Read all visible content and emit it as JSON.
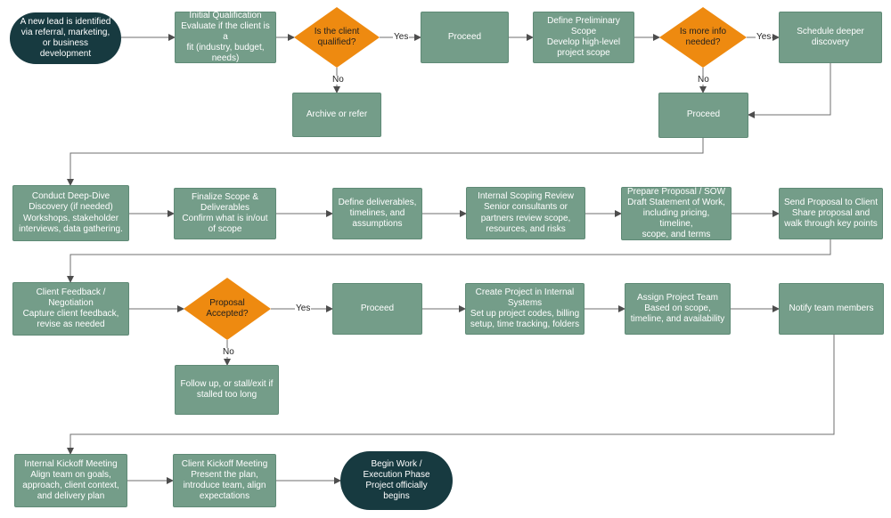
{
  "colors": {
    "box": "#749d89",
    "terminal": "#173a40",
    "decision": "#ee8a10",
    "line": "#6f6f6f",
    "text_light": "#ffffff",
    "text_dark": "#1f1f1f"
  },
  "nodes": {
    "lead": "A new lead is identified\nvia referral, marketing,\nor business\ndevelopment",
    "qualify": "Initial Qualification\nEvaluate if the client is a\nfit (industry, budget,\nneeds)",
    "client_qualified": "Is the client\nqualified?",
    "proceed1": "Proceed",
    "prelim_scope": "Define Preliminary\nScope\nDevelop high-level\nproject scope",
    "more_info": "Is more info\nneeded?",
    "schedule_discovery": "Schedule deeper\ndiscovery",
    "archive": "Archive or refer",
    "proceed2": "Proceed",
    "deep_dive": "Conduct Deep-Dive\nDiscovery (if needed)\nWorkshops, stakeholder\ninterviews, data gathering.",
    "finalize_scope": "Finalize Scope &\nDeliverables\nConfirm what is in/out\nof scope",
    "define_deliverables": "Define deliverables,\ntimelines, and\nassumptions",
    "internal_review": "Internal Scoping Review\nSenior consultants or\npartners review scope,\nresources, and risks",
    "prepare_proposal": "Prepare Proposal / SOW\nDraft Statement of Work,\nincluding pricing, timeline,\nscope, and terms",
    "send_proposal": "Send Proposal to Client\nShare proposal and\nwalk through key points",
    "feedback": "Client Feedback /\nNegotiation\nCapture client feedback,\nrevise as needed",
    "proposal_accepted": "Proposal\nAccepted?",
    "proceed3": "Proceed",
    "create_project": "Create Project in Internal\nSystems\nSet up project codes, billing\nsetup, time tracking, folders",
    "assign_team": "Assign Project Team\nBased on scope,\ntimeline, and availability",
    "notify": "Notify team members",
    "follow_up": "Follow up, or stall/exit if\nstalled too long",
    "internal_kickoff": "Internal Kickoff Meeting\nAlign team on goals,\napproach, client context,\nand delivery plan",
    "client_kickoff": "Client Kickoff Meeting\nPresent the plan,\nintroduce team, align\nexpectations",
    "begin_work": "Begin Work /\nExecution Phase\nProject officially\nbegins"
  },
  "edge_labels": {
    "qualified_yes": "Yes",
    "qualified_no": "No",
    "more_info_yes": "Yes",
    "more_info_no": "No",
    "accepted_yes": "Yes",
    "accepted_no": "No"
  }
}
